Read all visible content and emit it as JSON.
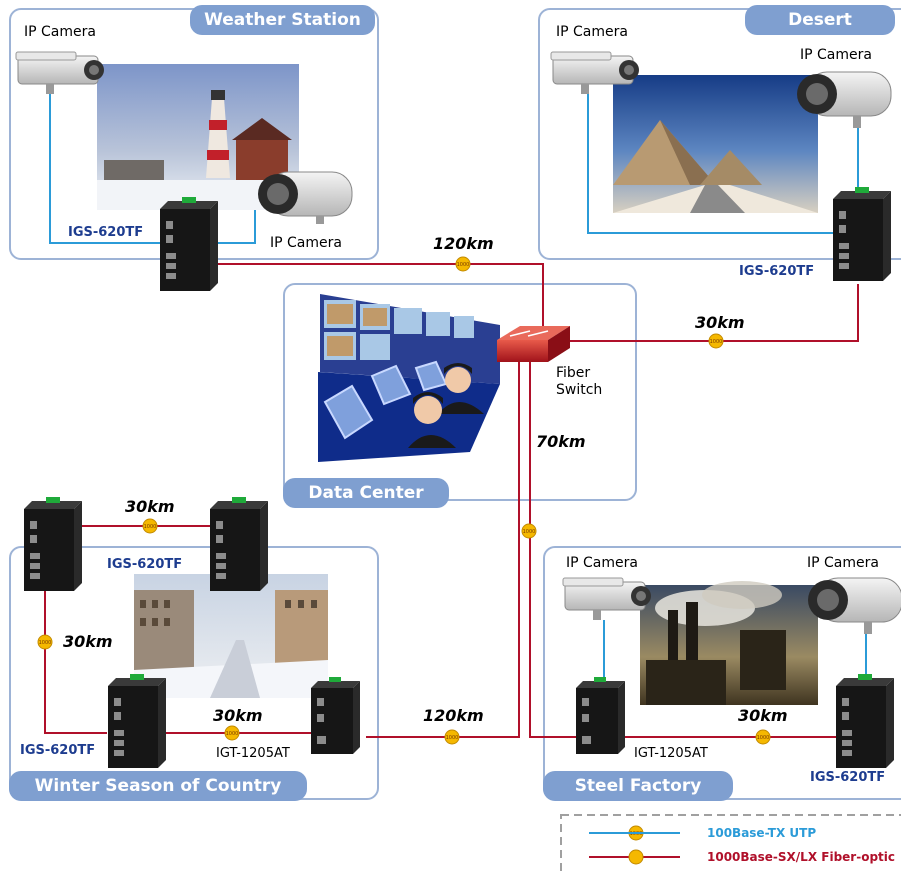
{
  "panels": {
    "weather_station": "Weather Station",
    "desert": "Desert",
    "data_center": "Data Center",
    "winter": "Winter Season of Country",
    "steel": "Steel Factory"
  },
  "labels": {
    "ip_camera": "IP Camera",
    "igs": "IGS-620TF",
    "igt": "IGT-1205AT",
    "fiber_switch": "Fiber\nSwitch"
  },
  "distances": {
    "d120_top": "120km",
    "d30_desert": "30km",
    "d70": "70km",
    "d30_top_winter": "30km",
    "d30_left_winter": "30km",
    "d30_bottom_winter": "30km",
    "d120_bottom": "120km",
    "d30_steel": "30km"
  },
  "badge": "1000",
  "legend": {
    "utp": "100Base-TX UTP",
    "fiber": "1000Base-SX/LX Fiber-optic"
  },
  "colors": {
    "utp_line": "#2b9bd8",
    "fiber_line": "#b0102a",
    "panel_border": "#9db3d6",
    "tab_bg": "#7f9fd0",
    "model_text": "#1d3c8f",
    "badge": "#f5b800"
  }
}
